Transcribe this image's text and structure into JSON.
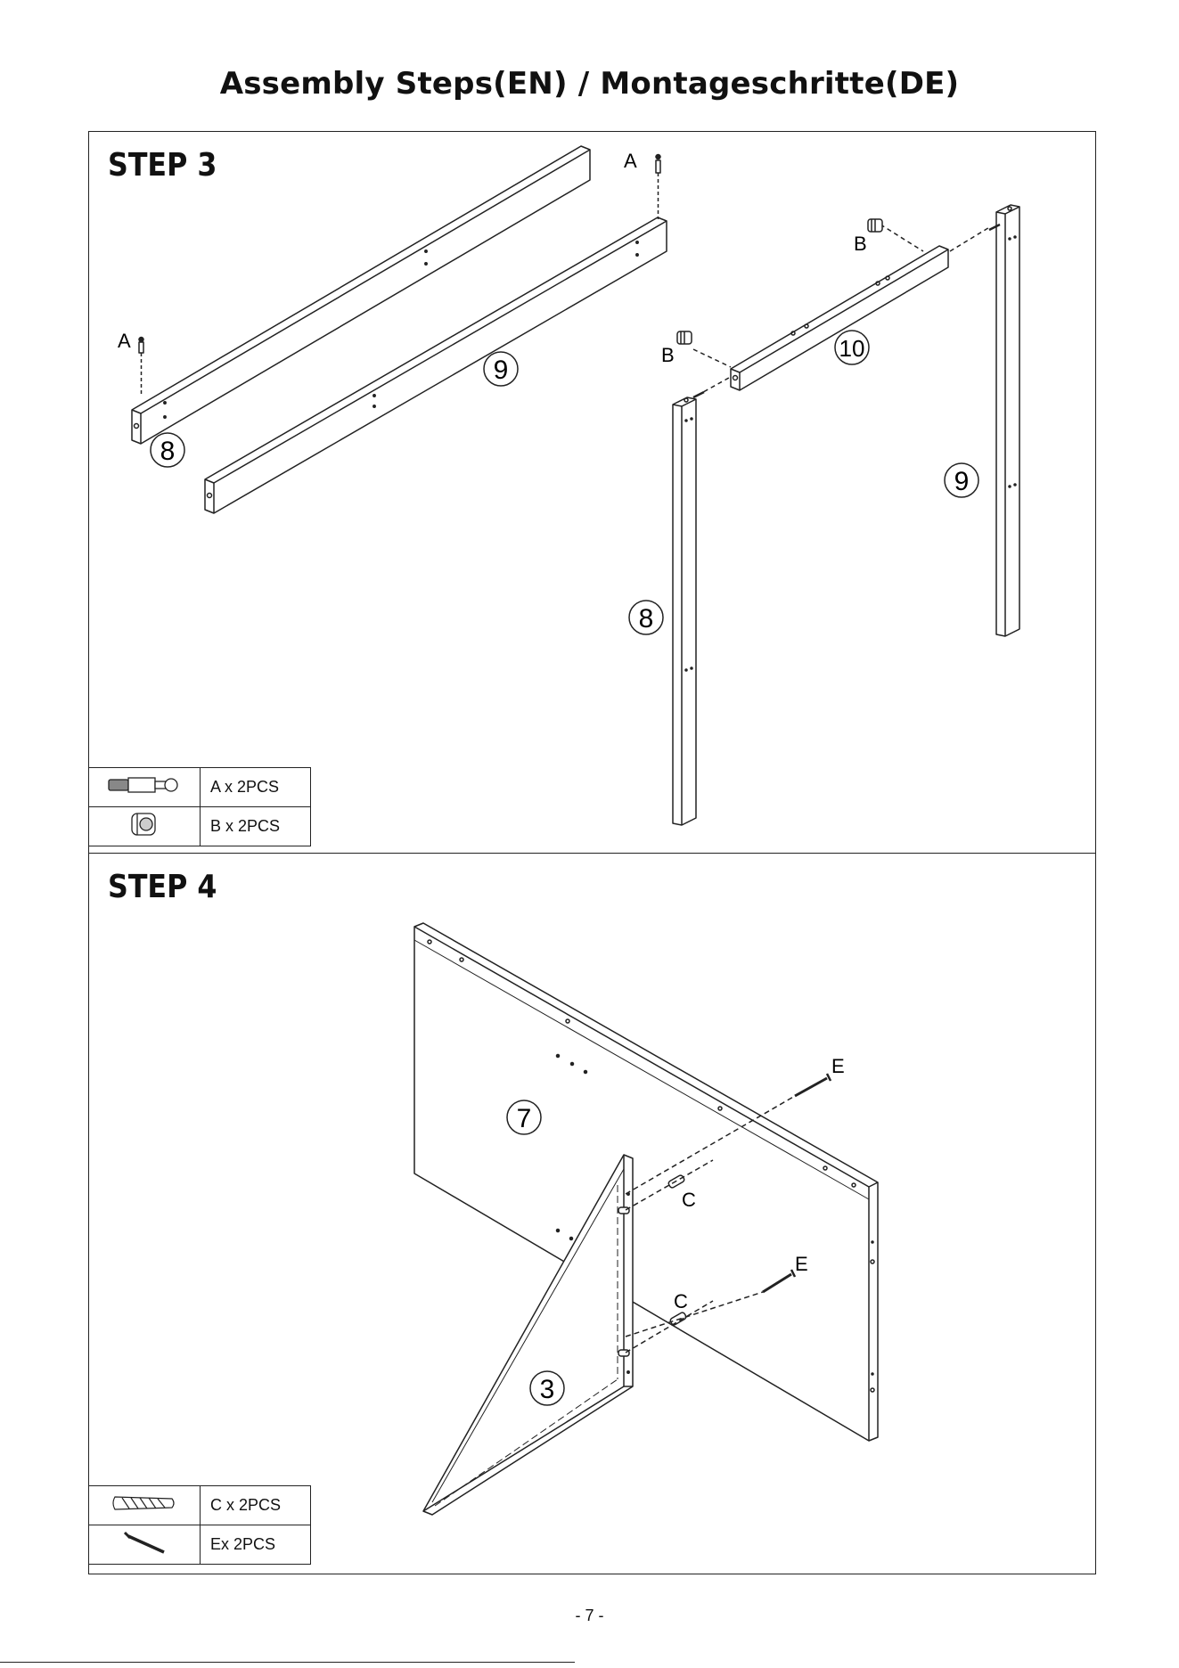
{
  "page": {
    "title": "Assembly Steps(EN) / Montageschritte(DE)",
    "page_number": "- 7 -"
  },
  "step3": {
    "label": "STEP 3",
    "callouts": {
      "a": "A",
      "b": "B"
    },
    "part_numbers": {
      "rail_8": "8",
      "rail_9": "9",
      "crossbar_10": "10",
      "leg_8": "8",
      "leg_9": "9"
    },
    "hardware": [
      {
        "icon": "cam-bolt-icon",
        "qty": "A x 2PCS"
      },
      {
        "icon": "cam-lock-nut-icon",
        "qty": "B x 2PCS"
      }
    ]
  },
  "step4": {
    "label": "STEP 4",
    "callouts": {
      "c": "C",
      "e": "E"
    },
    "part_numbers": {
      "panel_7": "7",
      "panel_3": "3"
    },
    "hardware": [
      {
        "icon": "wooden-dowel-icon",
        "qty": "C x 2PCS"
      },
      {
        "icon": "screw-icon",
        "qty": "Ex 2PCS"
      }
    ]
  }
}
